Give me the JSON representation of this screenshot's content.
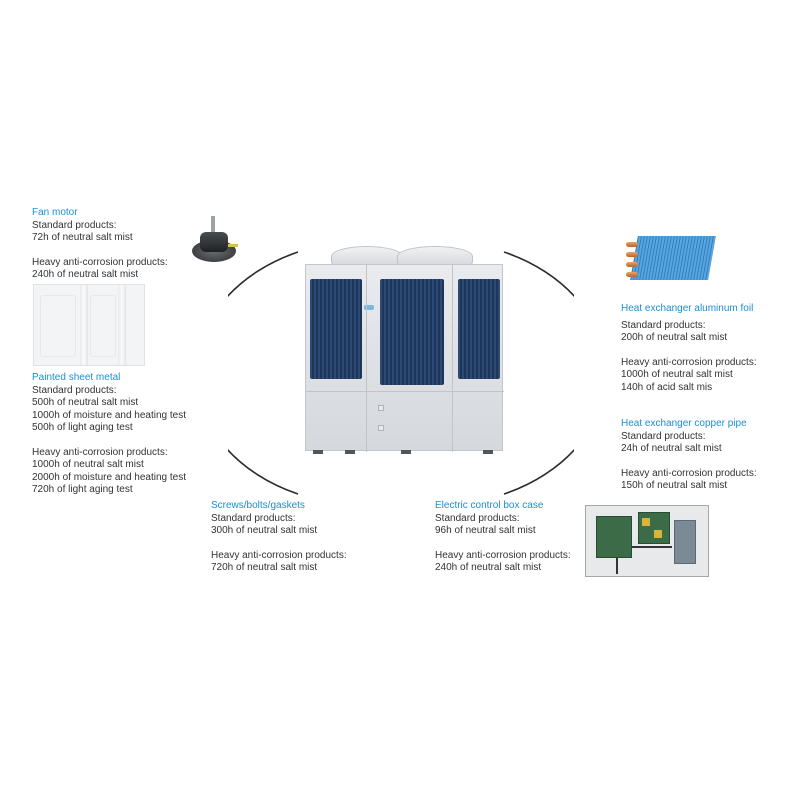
{
  "fan_motor": {
    "title": "Fan motor",
    "standard_label": "Standard products:",
    "standard": [
      "72h of neutral salt mist"
    ],
    "heavy_label": "Heavy anti-corrosion products:",
    "heavy": [
      "240h of neutral salt mist"
    ]
  },
  "painted_sheet_metal": {
    "title": "Painted sheet metal",
    "standard_label": "Standard products:",
    "standard": [
      "500h of neutral salt mist",
      "1000h of moisture and heating test",
      "500h of light aging test"
    ],
    "heavy_label": "Heavy anti-corrosion products:",
    "heavy": [
      "1000h of neutral salt mist",
      "2000h of moisture and heating test",
      "720h of light aging test"
    ]
  },
  "screws": {
    "title": "Screws/bolts/gaskets",
    "standard_label": "Standard products:",
    "standard": [
      "300h of neutral salt mist"
    ],
    "heavy_label": "Heavy anti-corrosion products:",
    "heavy": [
      "720h of neutral salt mist"
    ]
  },
  "electric_box": {
    "title": "Electric control box case",
    "standard_label": "Standard products:",
    "standard": [
      "96h of neutral salt mist"
    ],
    "heavy_label": "Heavy anti-corrosion products:",
    "heavy": [
      "240h of neutral salt mist"
    ]
  },
  "hx_foil": {
    "title": "Heat exchanger aluminum foil",
    "standard_label": "Standard products:",
    "standard": [
      "200h of neutral salt mist"
    ],
    "heavy_label": "Heavy anti-corrosion products:",
    "heavy": [
      "1000h of neutral salt mist",
      "140h of acid salt mis"
    ]
  },
  "hx_pipe": {
    "title": "Heat exchanger copper pipe",
    "standard_label": "Standard products:",
    "standard": [
      "24h of neutral salt mist"
    ],
    "heavy_label": "Heavy anti-corrosion products:",
    "heavy": [
      "150h of neutral salt mist"
    ]
  },
  "colors": {
    "title": "#1b8fd3",
    "text": "#333333",
    "coil": "#1d3559"
  }
}
